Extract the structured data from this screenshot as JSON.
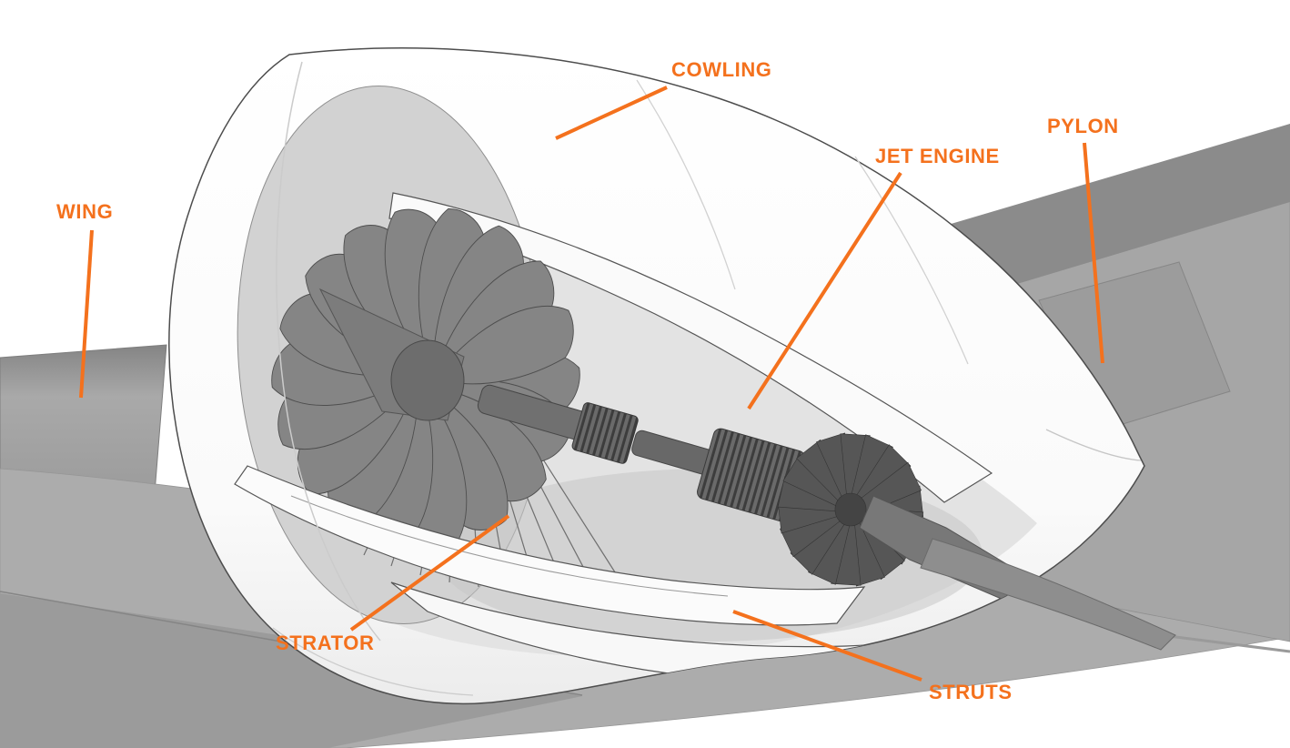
{
  "colors": {
    "accent": "#F4711D",
    "background": "#FFFFFF",
    "wing_gray": "#A6A6A6",
    "wing_dark_gray": "#8B8B8B",
    "cowling_white": "#FFFFFF",
    "engine_dark_gray": "#5E5E5E",
    "outline": "#4D4D4D"
  },
  "labels": {
    "wing": "WING",
    "cowling": "COWLING",
    "pylon": "PYLON",
    "jet_engine": "JET ENGINE",
    "strator": "STRATOR",
    "struts": "STRUTS"
  }
}
